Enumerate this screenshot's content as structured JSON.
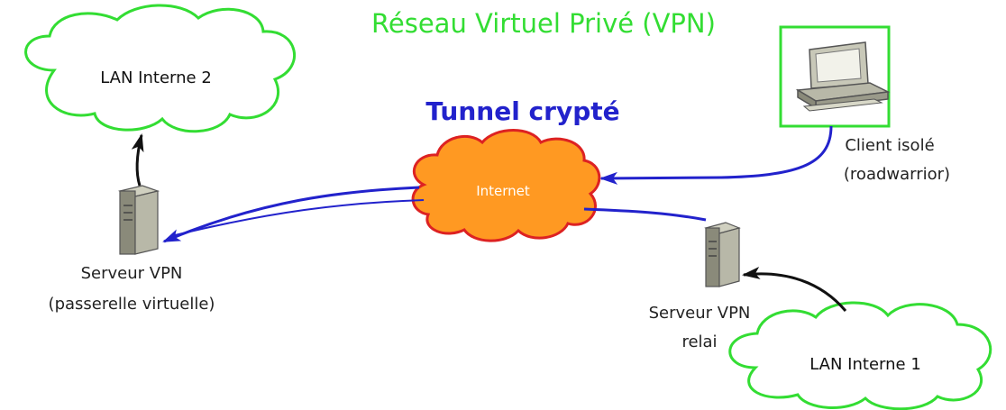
{
  "title": "Réseau Virtuel Privé (VPN)",
  "tunnel_label": "Tunnel crypté",
  "clouds": {
    "lan2": "LAN Interne 2",
    "lan1": "LAN Interne 1",
    "internet": "Internet"
  },
  "nodes": {
    "client_line1": "Client isolé",
    "client_line2": "(roadwarrior)",
    "server_gateway_line1": "Serveur VPN",
    "server_gateway_line2": "(passerelle virtuelle)",
    "server_relay_line1": "Serveur VPN",
    "server_relay_line2": "relai"
  },
  "colors": {
    "title": "#33dd33",
    "cloud_outline": "#33dd33",
    "tunnel": "#2222cc",
    "internet_fill": "#ff9922",
    "internet_outline": "#dd2222"
  }
}
